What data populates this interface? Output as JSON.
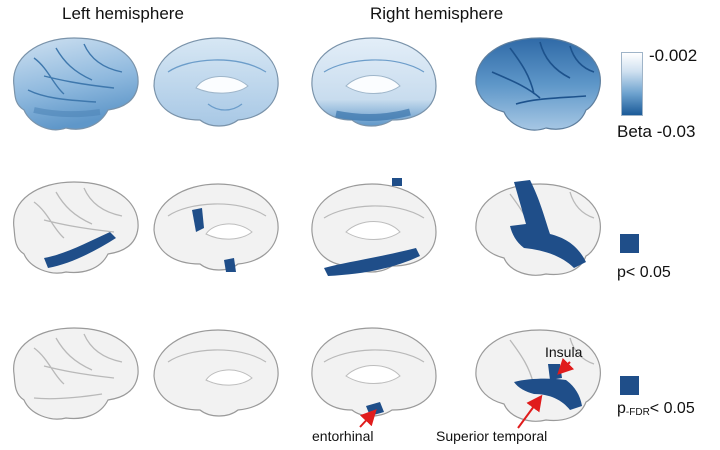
{
  "titles": {
    "left": "Left hemisphere",
    "right": "Right hemisphere"
  },
  "legend": {
    "beta_max": "-0.002",
    "beta_min": "Beta -0.03",
    "p_uncorrected_label": "p< 0.05",
    "p_fdr_prefix": "p",
    "p_fdr_sub": "-FDR",
    "p_fdr_suffix": "< 0.05",
    "significance_color": "#1f4e89",
    "gradient_colors": [
      "#ffffff",
      "#cfe0f0",
      "#6fa3cf",
      "#1a5a98"
    ]
  },
  "annotations": {
    "entorhinal": "entorhinal",
    "superior_temporal": "Superior temporal",
    "insula": "Insula",
    "arrow_color": "#e01c1c"
  },
  "brain_colors": {
    "base": "#f2f2f2",
    "outline": "#9a9a9a",
    "sulcus": "#b9b9b9",
    "sig": "#1f4e89"
  }
}
